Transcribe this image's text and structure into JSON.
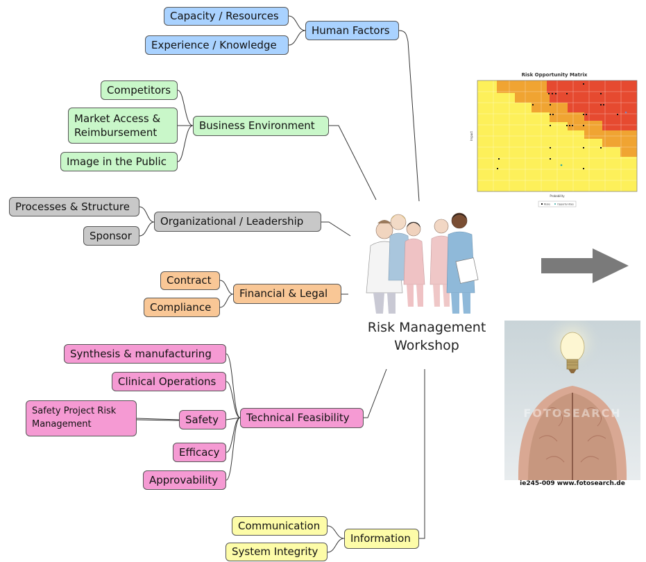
{
  "center": {
    "title_line1": "Risk Management",
    "title_line2": "Workshop"
  },
  "branches": {
    "human": {
      "label": "Human Factors",
      "children": [
        "Capacity / Resources",
        "Experience / Knowledge"
      ]
    },
    "business": {
      "label": "Business Environment",
      "children": [
        "Competitors",
        "Market Access & Reimbursement",
        "Image in the Public"
      ]
    },
    "org": {
      "label": "Organizational / Leadership",
      "children": [
        "Processes & Structure",
        "Sponsor"
      ]
    },
    "financial": {
      "label": "Financial & Legal",
      "children": [
        "Contract",
        "Compliance"
      ]
    },
    "technical": {
      "label": "Technical Feasibility",
      "children": [
        "Synthesis & manufacturing",
        "Clinical Operations",
        "Safety",
        "Efficacy",
        "Approvability"
      ],
      "safety_child": "Safety Project Risk Management"
    },
    "information": {
      "label": "Information",
      "children": [
        "Communication",
        "System Integrity"
      ]
    }
  },
  "matrix": {
    "title": "Risk Opportunity Matrix",
    "xlabel": "Probability",
    "ylabel": "Impact",
    "legend": [
      "Risks",
      "Opportunities"
    ]
  },
  "photo": {
    "watermark": "FOTOSEARCH",
    "caption": "ie245-009 www.fotosearch.de"
  },
  "colors": {
    "human": "#a9d2ff",
    "business": "#c9f7c9",
    "org": "#c8c8c8",
    "financial": "#f9c796",
    "technical": "#f59ad3",
    "information": "#fdfca8",
    "arrow": "#7a7a7a"
  }
}
